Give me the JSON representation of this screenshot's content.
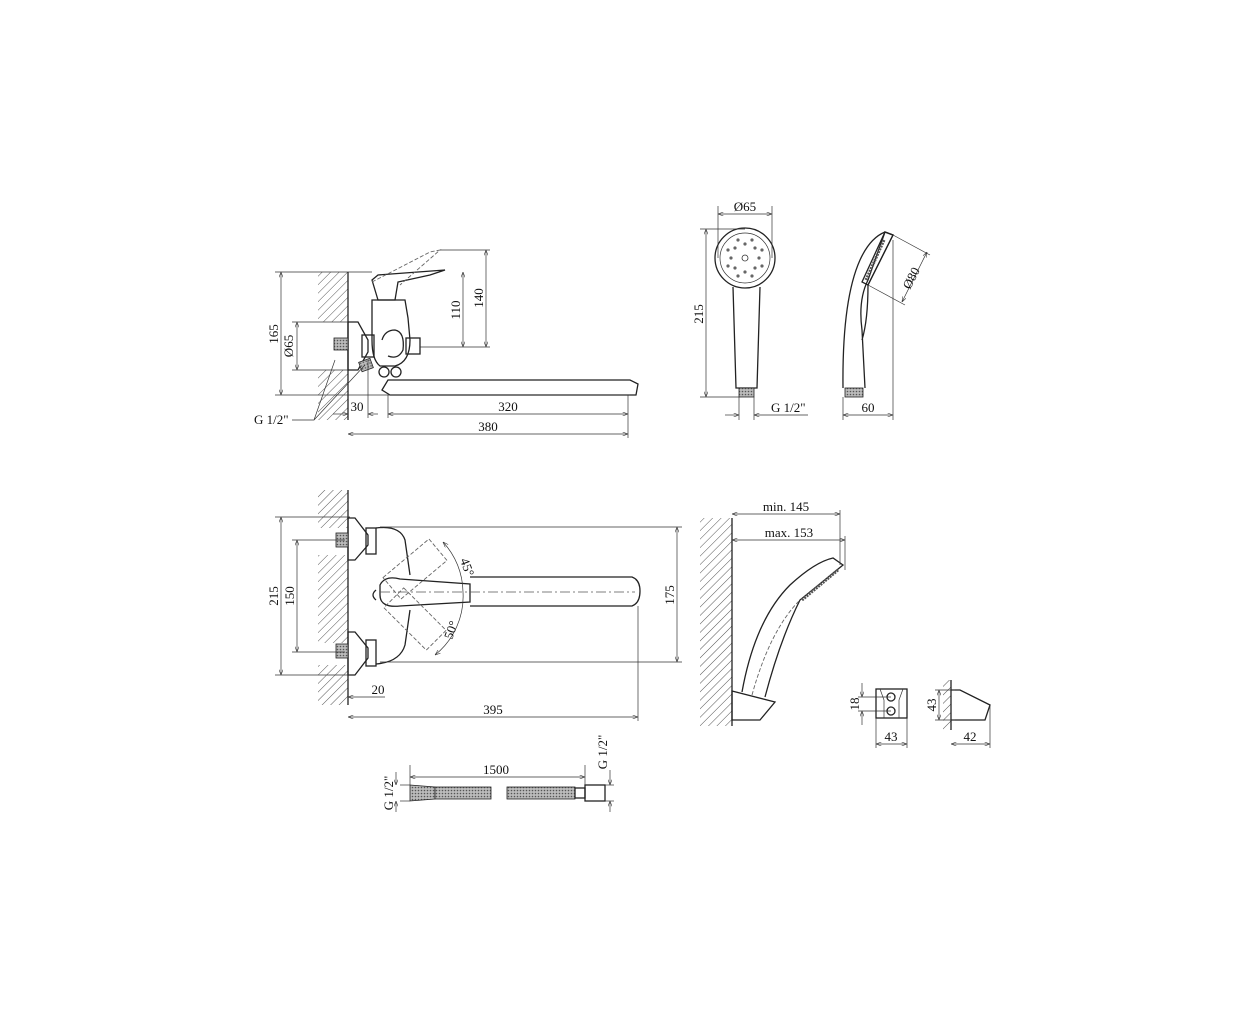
{
  "drawing": {
    "side_view": {
      "d165": "165",
      "d65": "Ø65",
      "d110": "110",
      "d140": "140",
      "d30": "30",
      "d320": "320",
      "d380": "380",
      "thread": "G 1/2\""
    },
    "top_view": {
      "d215": "215",
      "d150": "150",
      "d175": "175",
      "d20": "20",
      "d395": "395",
      "angle_up": "45°",
      "angle_down": "50°"
    },
    "hand_shower": {
      "d65": "Ø65",
      "d215": "215",
      "thread": "G 1/2\"",
      "d80": "Ø80",
      "d60": "60"
    },
    "installed": {
      "min": "min. 145",
      "max": "max. 153"
    },
    "holder": {
      "d18": "18",
      "d43_front": "43",
      "d43_side": "43",
      "d42": "42"
    },
    "hose": {
      "length": "1500",
      "thread_left": "G 1/2\"",
      "thread_right": "G 1/2\""
    }
  }
}
